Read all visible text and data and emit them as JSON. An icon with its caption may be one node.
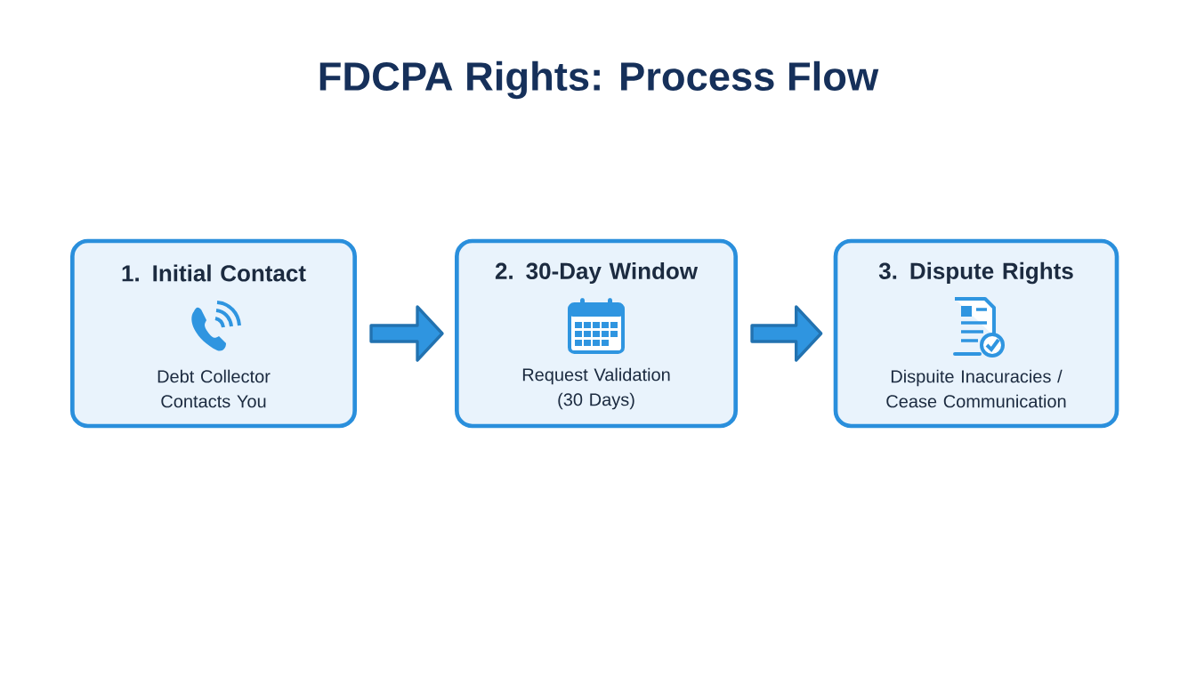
{
  "diagram": {
    "title": "FDCPA Rights: Process Flow",
    "nodes": [
      {
        "text": [
          "1. Initial Contact",
          "Debt Collector Contacts You"
        ]
      },
      {
        "text": [
          "2. 30-Day Window",
          "Request Validation (30 Days)"
        ]
      },
      {
        "text": [
          "3. Dispute Rights",
          "Dispuite Inacuracies / Cease Communication"
        ]
      }
    ],
    "edges": [
      {
        "from": 0,
        "to": 1,
        "arrow": "to"
      },
      {
        "from": 1,
        "to": 2,
        "arrow": "to"
      }
    ]
  }
}
